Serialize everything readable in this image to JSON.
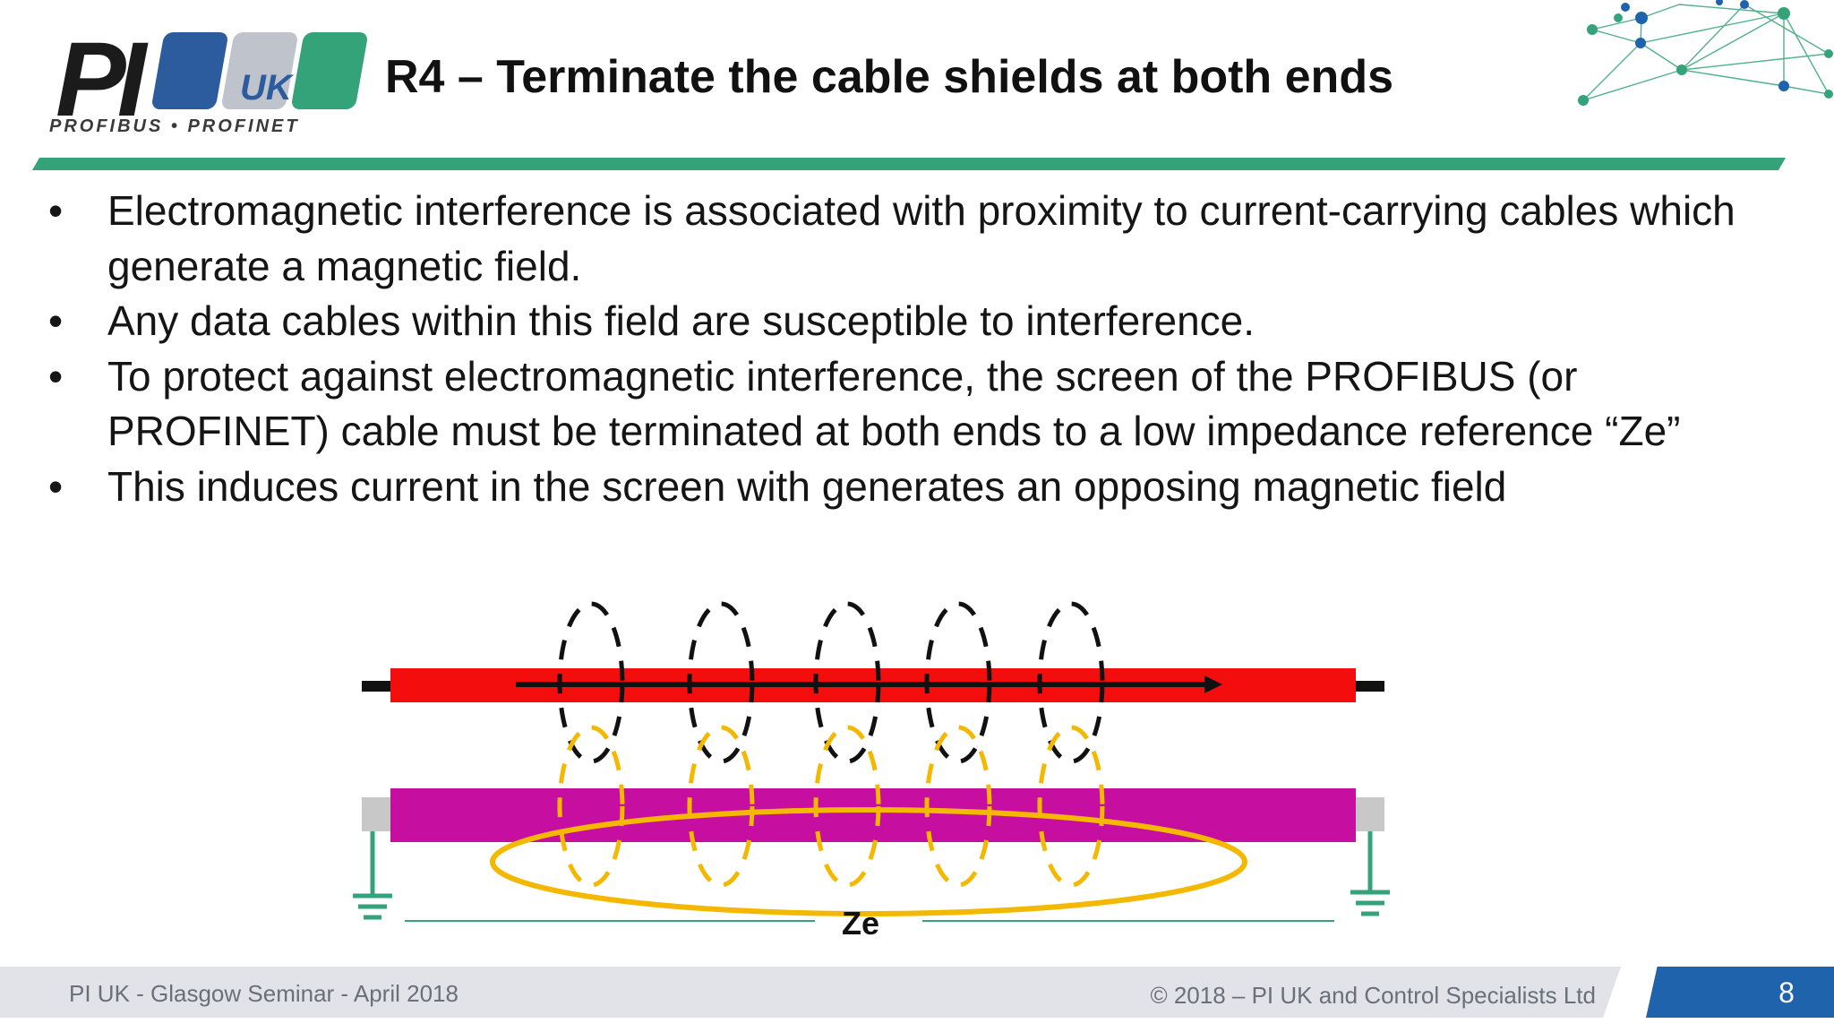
{
  "header": {
    "logo": {
      "text": "PI",
      "badge": "UK",
      "tagline": "PROFIBUS • PROFINET"
    },
    "title": "R4 – Terminate the cable shields at both ends"
  },
  "bullets": [
    {
      "marker": "•",
      "text": "Electromagnetic interference is associated with proximity to current-carrying cables which generate a magnetic field."
    },
    {
      "marker": "•",
      "text": "Any data cables within this field are susceptible to interference."
    },
    {
      "marker": "•",
      "text": "To protect against electromagnetic interference, the screen of the PROFIBUS (or PROFINET) cable must be terminated at both ends to a low impedance reference “Ze”"
    },
    {
      "marker": "•",
      "text": "This induces current in the screen with generates an opposing magnetic field"
    }
  ],
  "diagram": {
    "ze_label": "Ze",
    "colors": {
      "power_cable": "#f40d0d",
      "data_cable": "#c60fa0",
      "induced_field": "#f5b800",
      "earth": "#35a37a",
      "cable_end_cap": "#c8c8c8"
    }
  },
  "footer": {
    "left": "PI UK - Glasgow Seminar - April 2018",
    "right": "© 2018 – PI UK and Control Specialists Ltd",
    "page": "8"
  },
  "theme": {
    "accent_green": "#35a37a",
    "accent_blue": "#1f63ad"
  }
}
